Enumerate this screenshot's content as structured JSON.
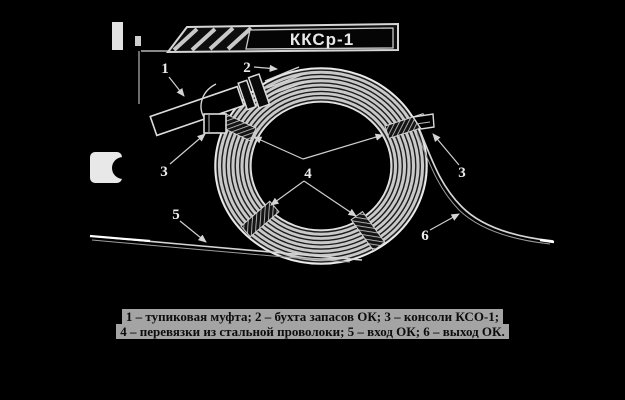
{
  "figure": {
    "title": "ККСр-1",
    "callouts": {
      "one": "1",
      "two": "2",
      "three_left": "3",
      "three_right": "3",
      "four": "4",
      "five": "5",
      "six": "6"
    },
    "caption_line1": "1 – тупиковая муфта; 2 – бухта запасов ОК; 3 – консоли КСО-1;",
    "caption_line2": "4 – перевязки из стальной проволоки; 5 – вход ОК; 6 – выход ОК."
  },
  "colors": {
    "background": "#000000",
    "line_light": "#d6d6d6",
    "coil_band": "#c9c9c9",
    "strand_dark": "#1c1c1c",
    "caption_background": "#a4a4a4",
    "caption_text": "#0c0c0c",
    "title_text": "#e9e9e9"
  }
}
